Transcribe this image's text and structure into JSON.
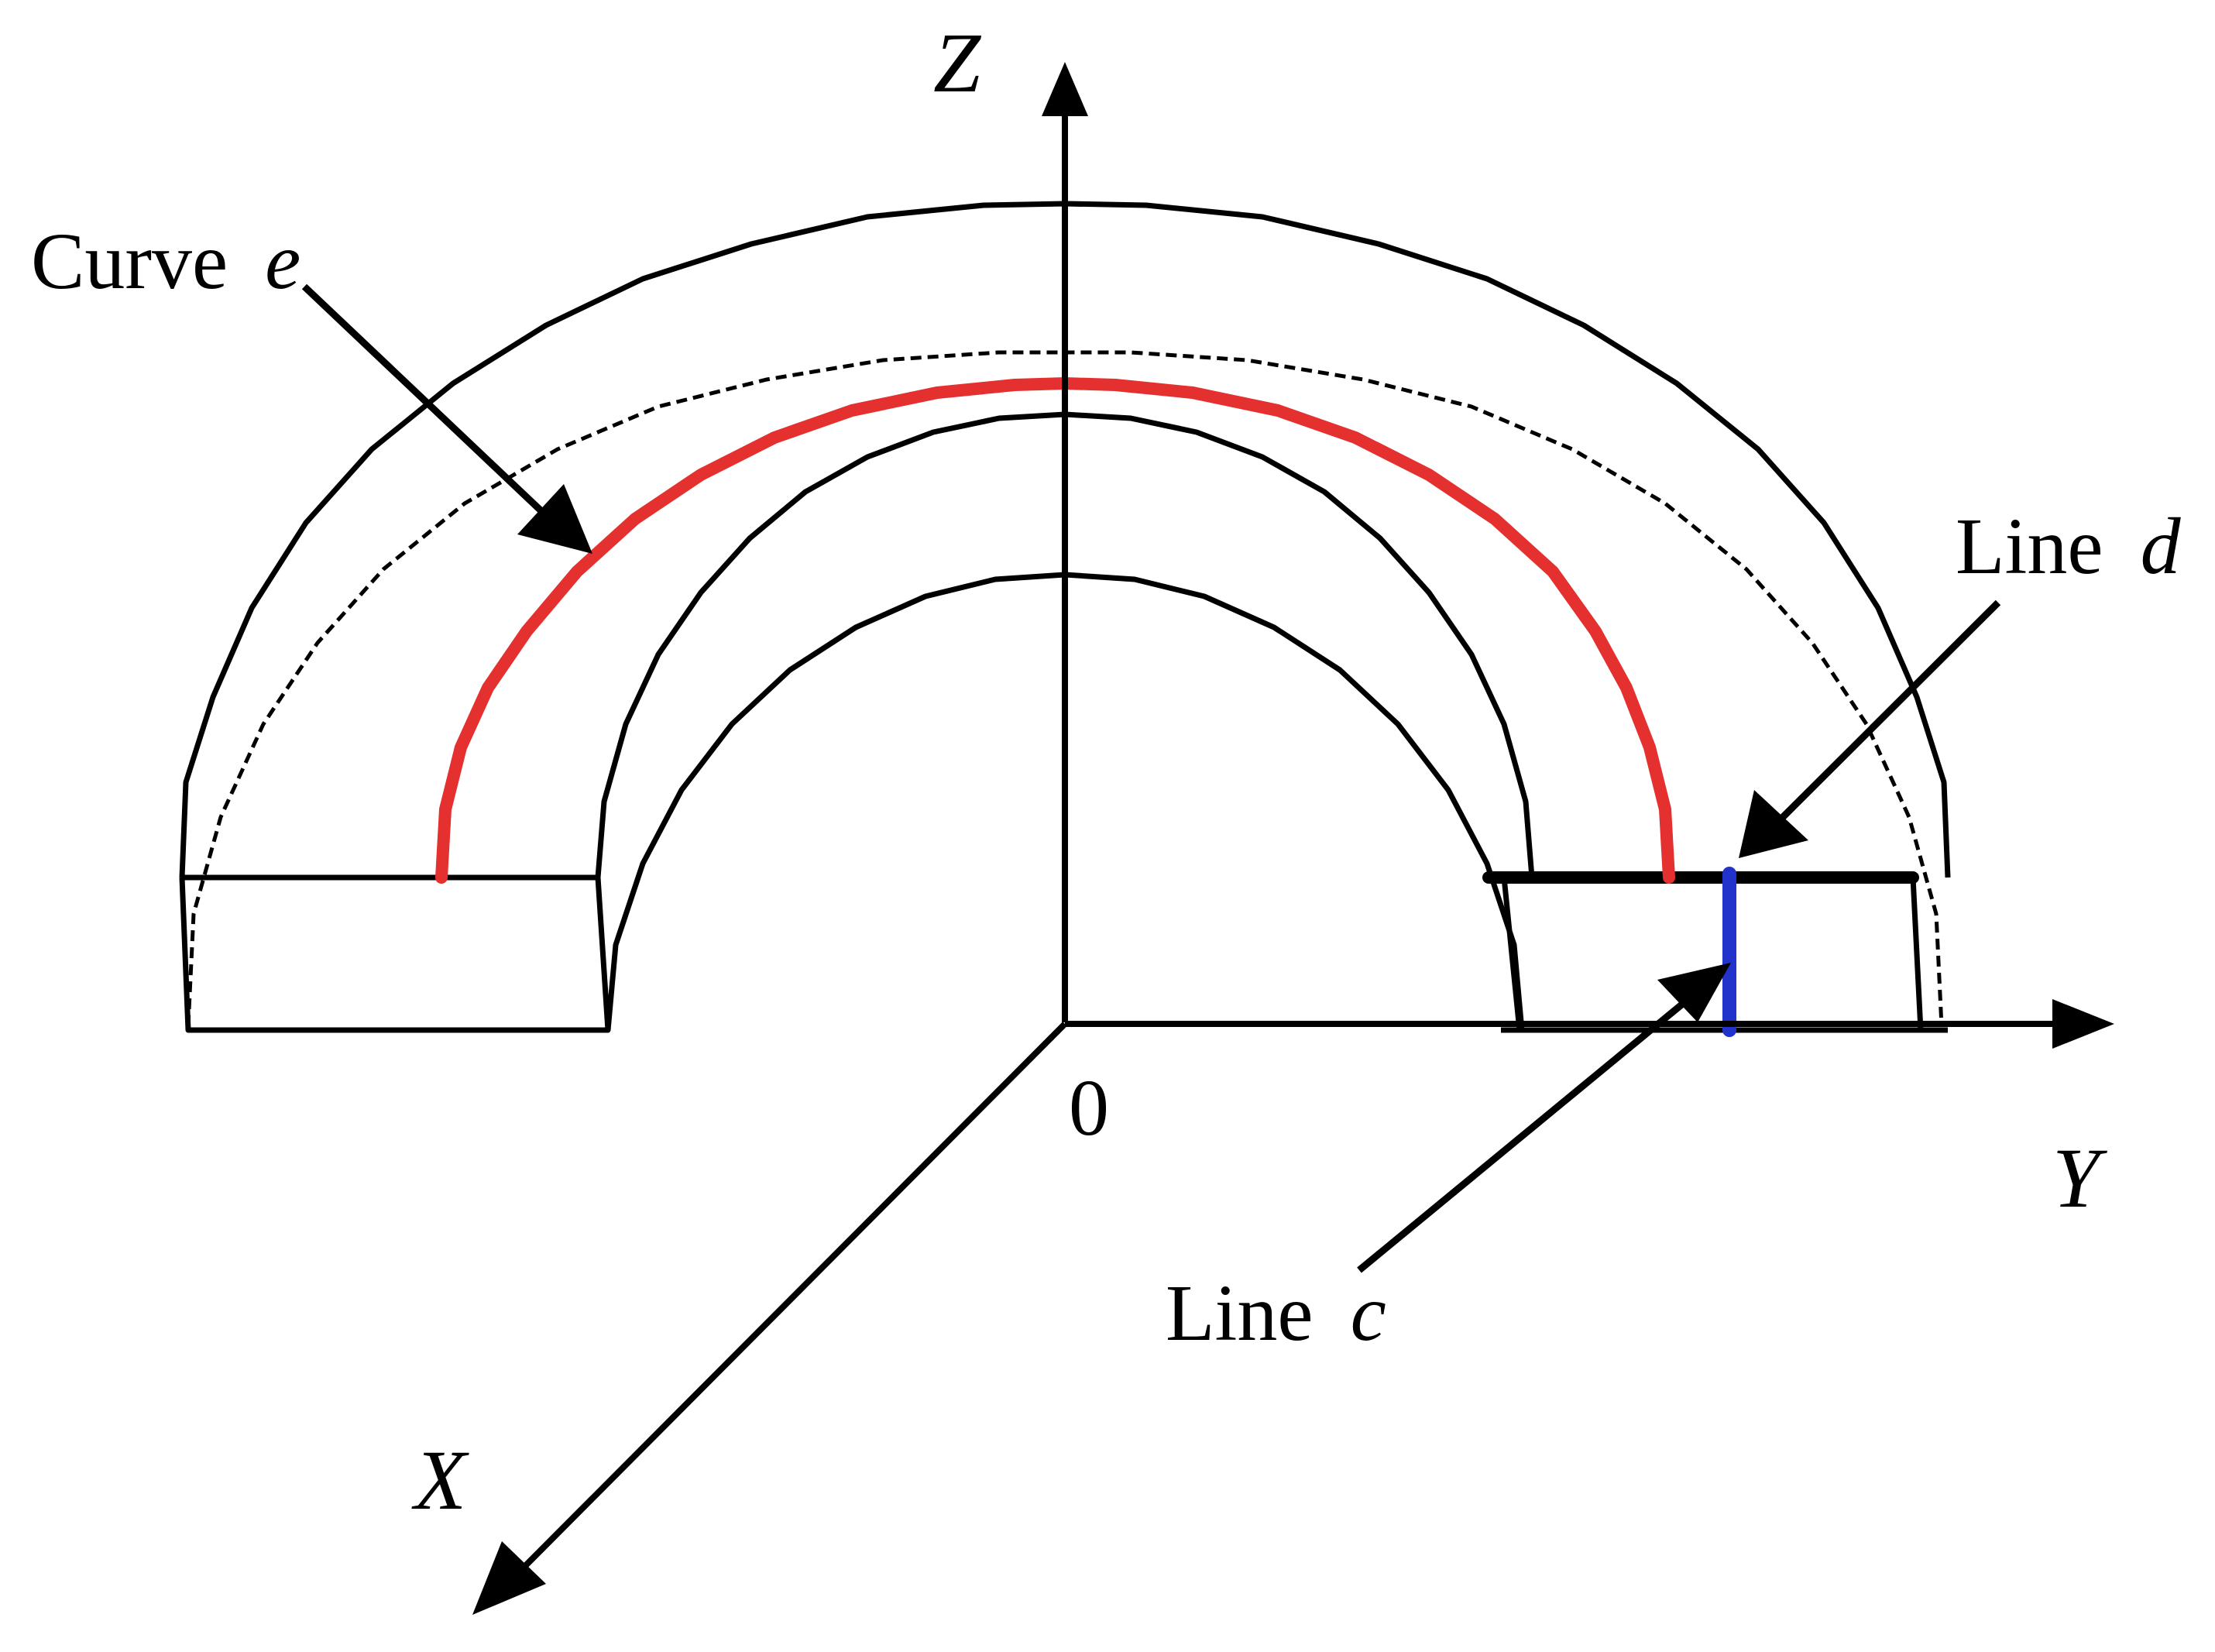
{
  "axes": {
    "z_label": "Z",
    "y_label": "Y",
    "x_label": "X",
    "origin_label": "0"
  },
  "labels": {
    "curve_e": {
      "word": "Curve",
      "letter": "e"
    },
    "line_d": {
      "word": "Line",
      "letter": "d"
    },
    "line_c": {
      "word": "Line",
      "letter": "c"
    }
  },
  "colors": {
    "curve_e": "#e53030",
    "line_c": "#2233cc",
    "line_d": "#000000",
    "outline": "#000000"
  }
}
